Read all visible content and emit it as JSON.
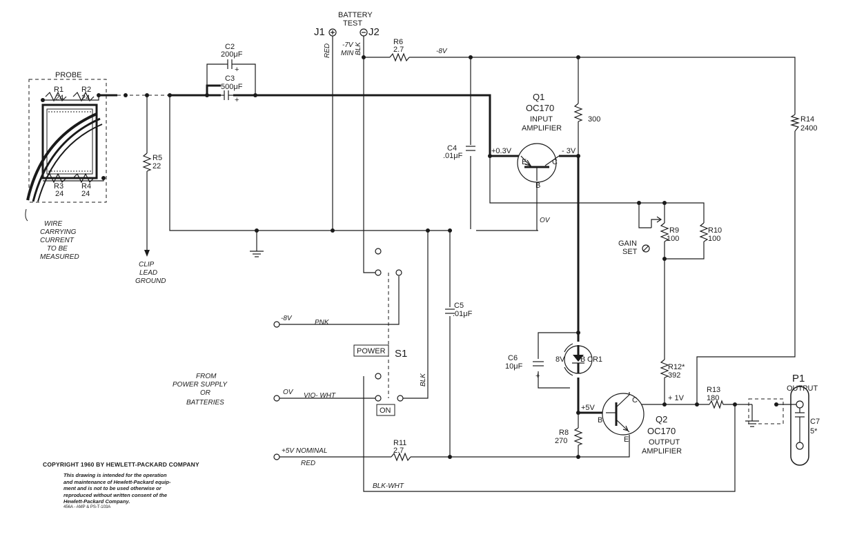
{
  "labels": {
    "probe": "PROBE",
    "battery_test": [
      "BATTERY",
      "TEST"
    ],
    "j1": "J1",
    "j2": "J2",
    "red": "RED",
    "blk": "BLK",
    "min7v": [
      "-7V",
      "MIN"
    ],
    "r6": [
      "R6",
      "2.7"
    ],
    "minus8v": "-8V",
    "c2": [
      "C2",
      "200μF"
    ],
    "c3": [
      "C3",
      "500μF"
    ],
    "r1": [
      "R1",
      "24"
    ],
    "r2": [
      "R2",
      "24"
    ],
    "r3": [
      "R3",
      "24"
    ],
    "r4": [
      "R4",
      "24"
    ],
    "r5": [
      "R5",
      "22"
    ],
    "q1": [
      "Q1",
      "OC170",
      "INPUT",
      "AMPLIFIER"
    ],
    "r300": "300",
    "r14": [
      "R14",
      "2400"
    ],
    "c4": [
      "C4",
      ".01μF"
    ],
    "plus03v": "+0.3V",
    "minus3v": "- 3V",
    "ov": "OV",
    "e": "E",
    "c": "C",
    "b": "B",
    "wire": [
      "WIRE",
      "CARRYING",
      "CURRENT",
      "TO BE",
      "MEASURED"
    ],
    "clip": [
      "CLIP",
      "LEAD",
      "GROUND"
    ],
    "r9": [
      "R9",
      "100"
    ],
    "r10": [
      "R10",
      "100"
    ],
    "gain_set": [
      "GAIN",
      "SET"
    ],
    "c5": [
      "C5",
      ".01μF"
    ],
    "pnk": "PNK",
    "power": "POWER",
    "s1": "S1",
    "on": "ON",
    "c6": [
      "C6",
      "10μF"
    ],
    "cr1": [
      "8V",
      "B",
      "CR1"
    ],
    "r12": [
      "R12*",
      "392"
    ],
    "from": [
      "FROM",
      "POWER SUPPLY",
      "OR",
      "BATTERIES"
    ],
    "ov_line": "OV",
    "vio_wht": "VIO- WHT",
    "plus1v": "+ 1V",
    "r13": [
      "R13",
      "180"
    ],
    "p1": [
      "P1",
      "OUTPUT"
    ],
    "plus5v": "+5V",
    "q2": [
      "Q2",
      "OC170",
      "OUTPUT",
      "AMPLIFIER"
    ],
    "r8": [
      "R8",
      "270"
    ],
    "c7": [
      "C7",
      "5*"
    ],
    "plus5v_nominal": "+5V NOMINAL",
    "red2": "RED",
    "r11": [
      "R11",
      "2.7"
    ],
    "blk_wht": "BLK-WHT"
  },
  "copyright": {
    "title": "COPYRIGHT 1960 BY HEWLETT-PACKARD COMPANY",
    "body": [
      "This drawing is intended for the operation",
      "and maintenance of Hewlett-Packard equip-",
      "ment and is not to be used otherwise or",
      "reproduced without written consent of the",
      "Hewlett-Packard Company."
    ],
    "number": "456A - AMP & PS-T-103A"
  }
}
